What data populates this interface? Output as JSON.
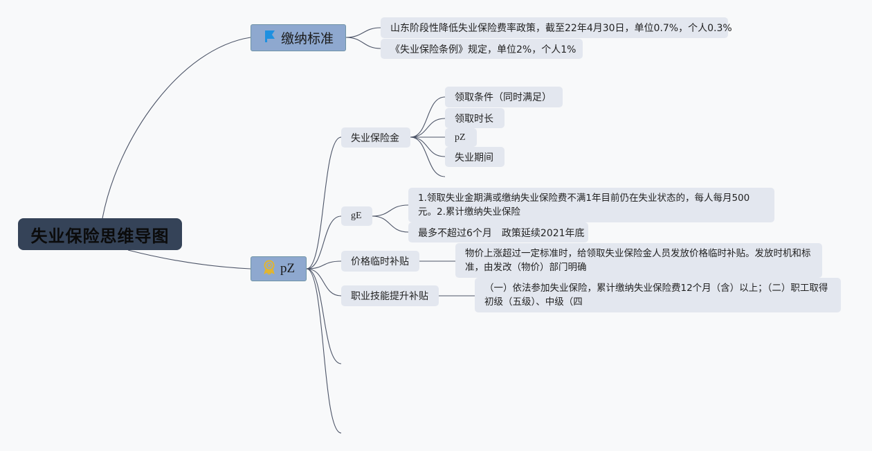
{
  "root": {
    "label": "失业保险思维导图"
  },
  "branches": [
    {
      "label": "缴纳标准",
      "icon": "flag-icon",
      "icon_color": "#1e90e0",
      "children": [
        {
          "label": "山东阶段性降低失业保险费率政策，截至22年4月30日，单位0.7%，个人0.3%"
        },
        {
          "label": "《失业保险条例》规定，单位2%，个人1%"
        }
      ]
    },
    {
      "label": "pZ",
      "icon": "award-ribbon-icon",
      "icon_color": "#e2b530",
      "children": [
        {
          "label": "失业保险金",
          "children": [
            {
              "label": "领取条件（同时满足）"
            },
            {
              "label": "领取时长"
            },
            {
              "label": "pZ"
            },
            {
              "label": "失业期间"
            },
            {
              "label": ""
            }
          ]
        },
        {
          "label": "gE",
          "children": [
            {
              "label": "1.领取失业金期满或缴纳失业保险费不满1年目前仍在失业状态的，每人每月500元。2.累计缴纳失业保险"
            },
            {
              "label": "最多不超过6个月　政策延续2021年底"
            }
          ]
        },
        {
          "label": "价格临时补贴",
          "children": [
            {
              "label": "物价上涨超过一定标准时，给领取失业保险金人员发放价格临时补贴。发放时机和标准，由发改（物价）部门明确"
            }
          ]
        },
        {
          "label": "职业技能提升补贴",
          "children": [
            {
              "label": "（一）依法参加失业保险，累计缴纳失业保险费12个月（含）以上；（二）职工取得初级（五级）、中级（四"
            }
          ]
        },
        {
          "label": ""
        },
        {
          "label": ""
        }
      ]
    }
  ],
  "colors": {
    "root_bg": "#354358",
    "main_bg": "#8ea8cf",
    "sub_bg": "#e3e7ef",
    "link": "#4b5366",
    "canvas_bg": "#f8f9fa"
  }
}
